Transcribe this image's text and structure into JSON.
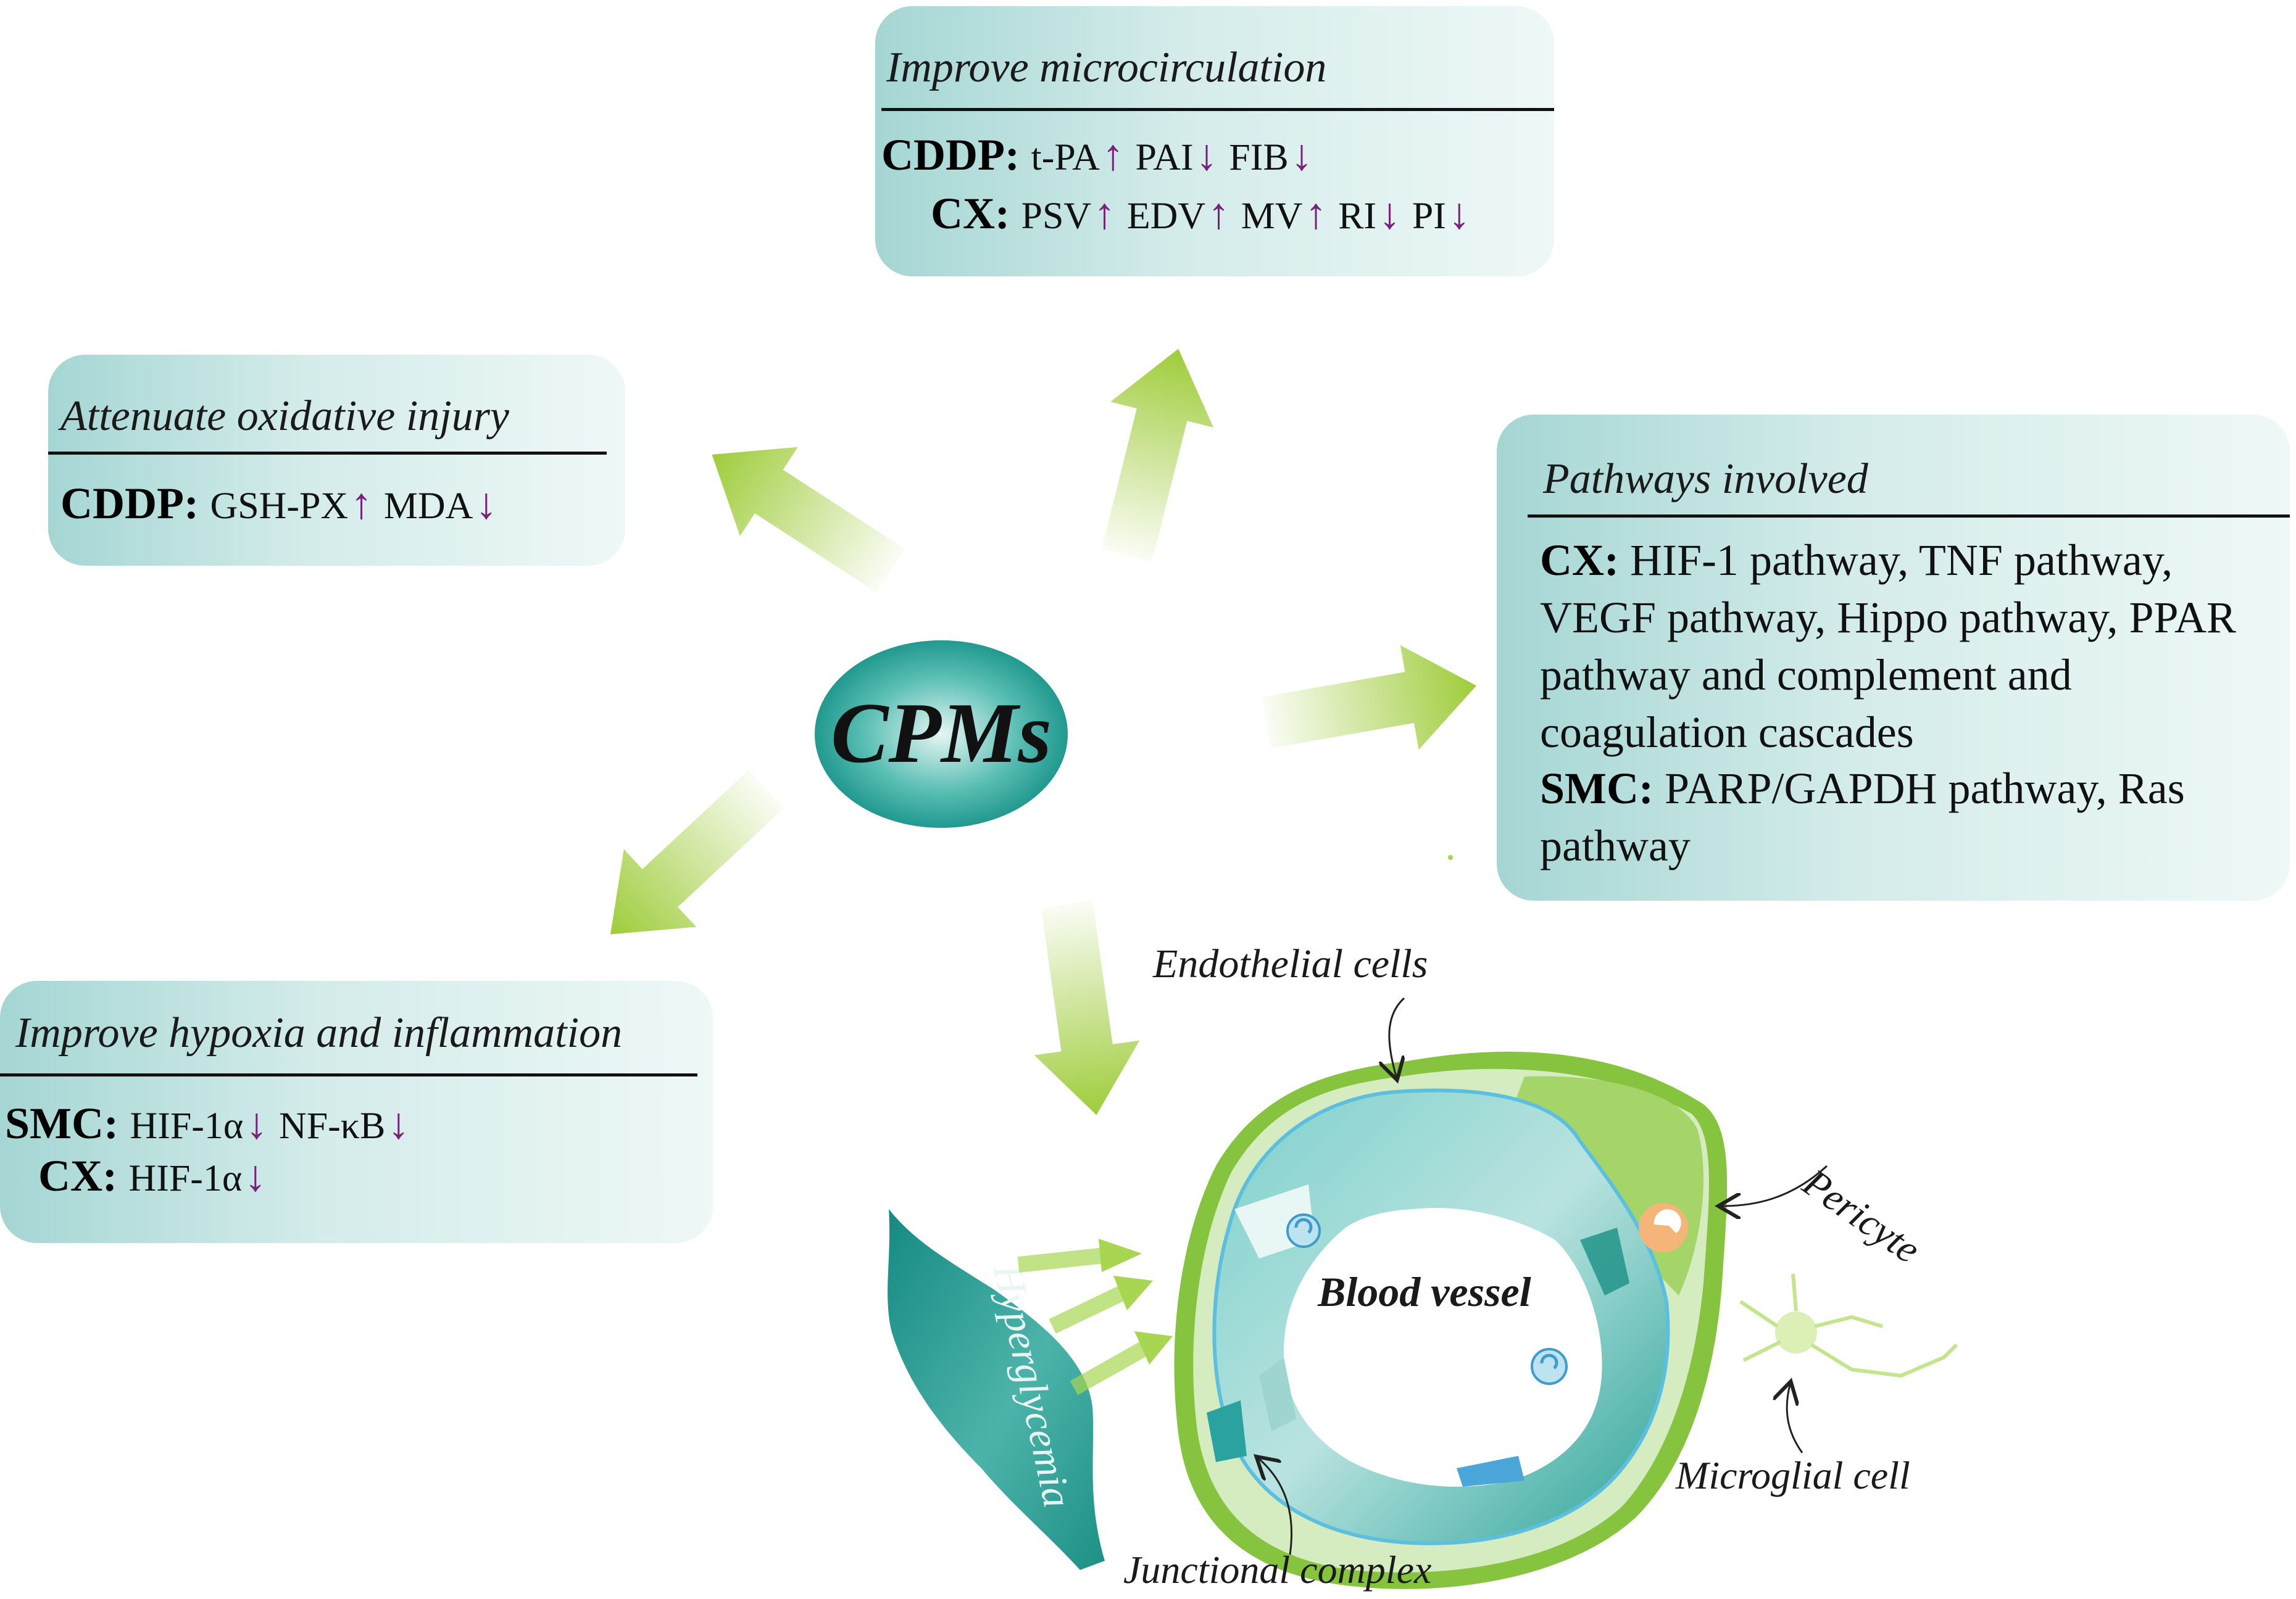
{
  "center": {
    "label": "CPMs"
  },
  "boxes": {
    "microcirculation": {
      "title": "Improve microcirculation",
      "rows": [
        {
          "label": "CDDP:",
          "items": [
            {
              "text": "t-PA",
              "dir": "up"
            },
            {
              "text": "PAI",
              "dir": "down"
            },
            {
              "text": "FIB",
              "dir": "down"
            }
          ]
        },
        {
          "label": "CX:",
          "items": [
            {
              "text": "PSV",
              "dir": "up"
            },
            {
              "text": "EDV",
              "dir": "up"
            },
            {
              "text": "MV",
              "dir": "up"
            },
            {
              "text": "RI",
              "dir": "down"
            },
            {
              "text": "PI",
              "dir": "down"
            }
          ]
        }
      ]
    },
    "oxidative": {
      "title": "Attenuate  oxidative injury",
      "rows": [
        {
          "label": "CDDP:",
          "items": [
            {
              "text": "GSH-PX",
              "dir": "up"
            },
            {
              "text": "MDA",
              "dir": "down"
            }
          ]
        }
      ]
    },
    "pathways": {
      "title": "Pathways  involved",
      "cx_label": "CX:",
      "cx_text": "HIF-1 pathway, TNF pathway, VEGF pathway, Hippo pathway, PPAR pathway and complement and coagulation cascades",
      "smc_label": "SMC:",
      "smc_text": "PARP/GAPDH pathway, Ras pathway"
    },
    "hypoxia": {
      "title": "Improve hypoxia and inflammation",
      "rows": [
        {
          "label": "SMC:",
          "items": [
            {
              "text": "HIF-1α",
              "dir": "down"
            },
            {
              "text": "NF-κB",
              "dir": "down"
            }
          ]
        },
        {
          "label": "CX:",
          "items": [
            {
              "text": "HIF-1α",
              "dir": "down"
            }
          ]
        }
      ]
    }
  },
  "vessel_labels": {
    "endothelial": "Endothelial cells",
    "pericyte": "Pericyte",
    "blood_vessel": "Blood vessel",
    "microglial": "Microglial cell",
    "junctional": "Junctional complex",
    "hyperglycemia": "Hyperglycemia"
  },
  "colors": {
    "teal": "#1f9a90",
    "arrow_green": "#9fcc3b",
    "box_start": "#a5d6d4",
    "box_end": "#eef8f7",
    "indicator": "#7a1f7a"
  },
  "arrow_glyphs": {
    "up": "↑",
    "down": "↓"
  }
}
